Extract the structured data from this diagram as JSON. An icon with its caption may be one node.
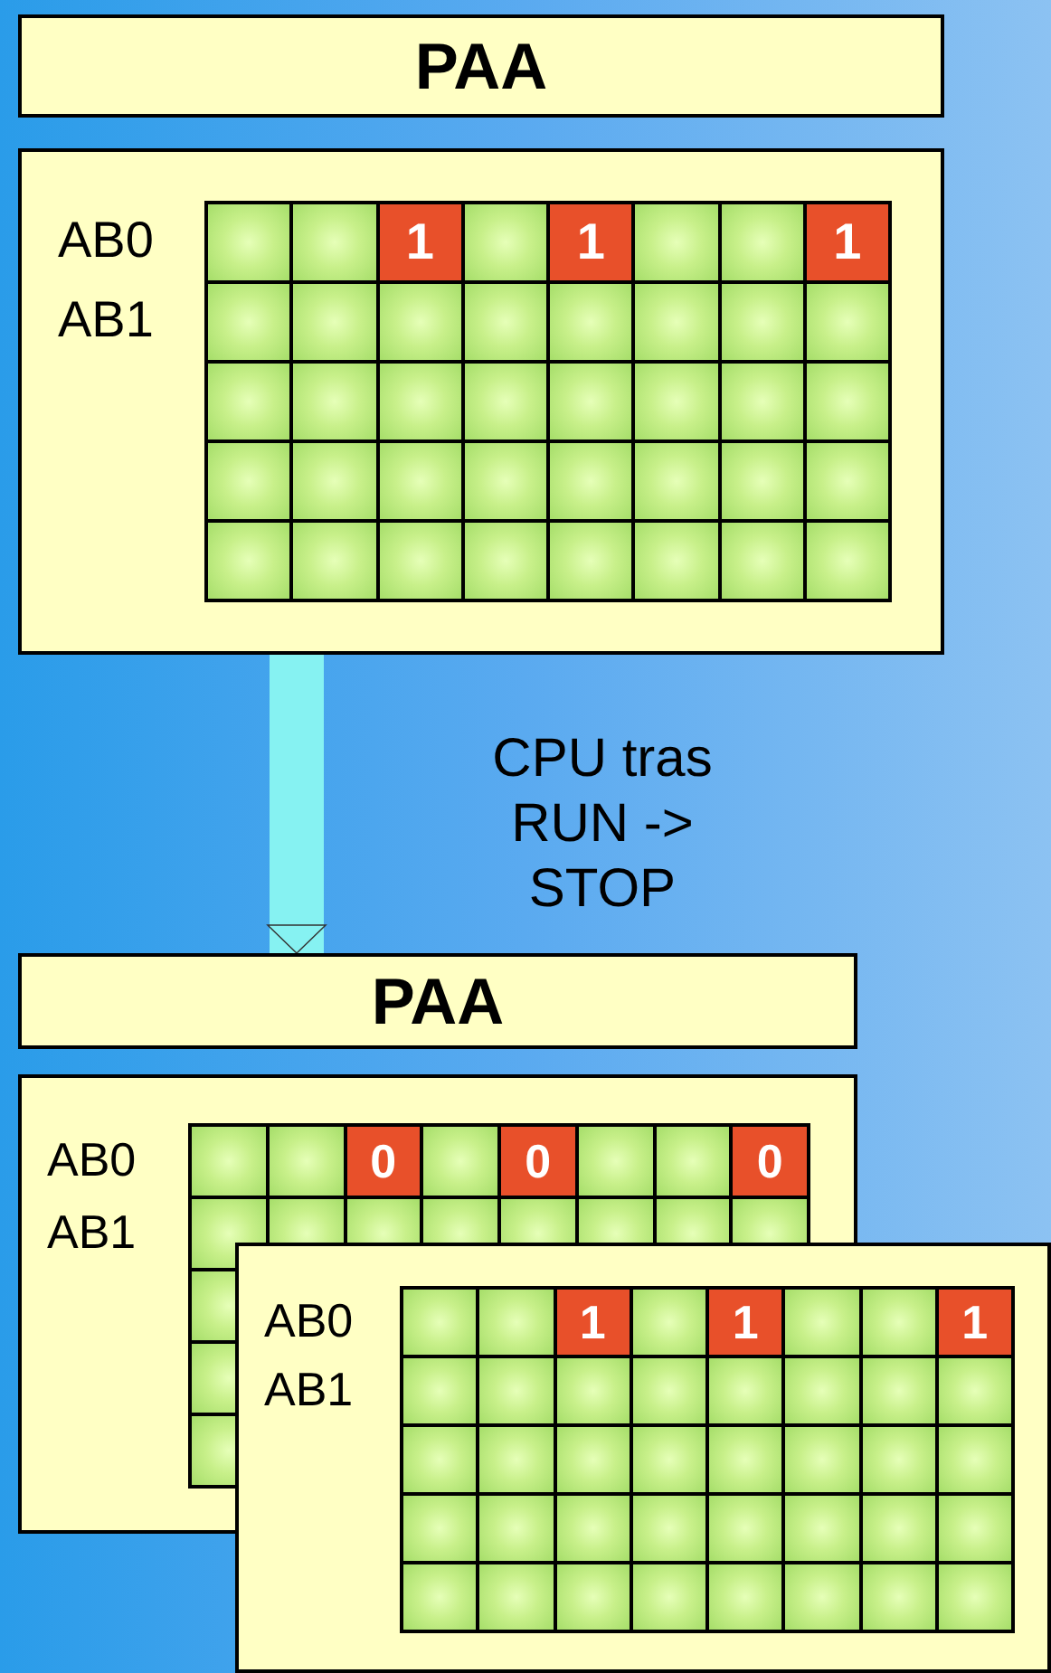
{
  "diagram": {
    "nodes": [
      {
        "text": [
          "PAA"
        ]
      },
      {
        "text": [],
        "shape": "box"
      },
      {
        "text": [
          "PAA"
        ]
      },
      {
        "text": [],
        "shape": "box"
      },
      {
        "text": [],
        "shape": "box"
      }
    ],
    "edges": [
      {
        "from": 1,
        "to": 2,
        "arrow": "to",
        "label": "CPU tras RUN -> STOP"
      }
    ],
    "labels": [
      "AB0",
      "1",
      "1",
      "1",
      "AB1",
      "AB0",
      "0",
      "0",
      "0",
      "AB1",
      "AB0",
      "1",
      "1",
      "1",
      "AB1"
    ]
  }
}
